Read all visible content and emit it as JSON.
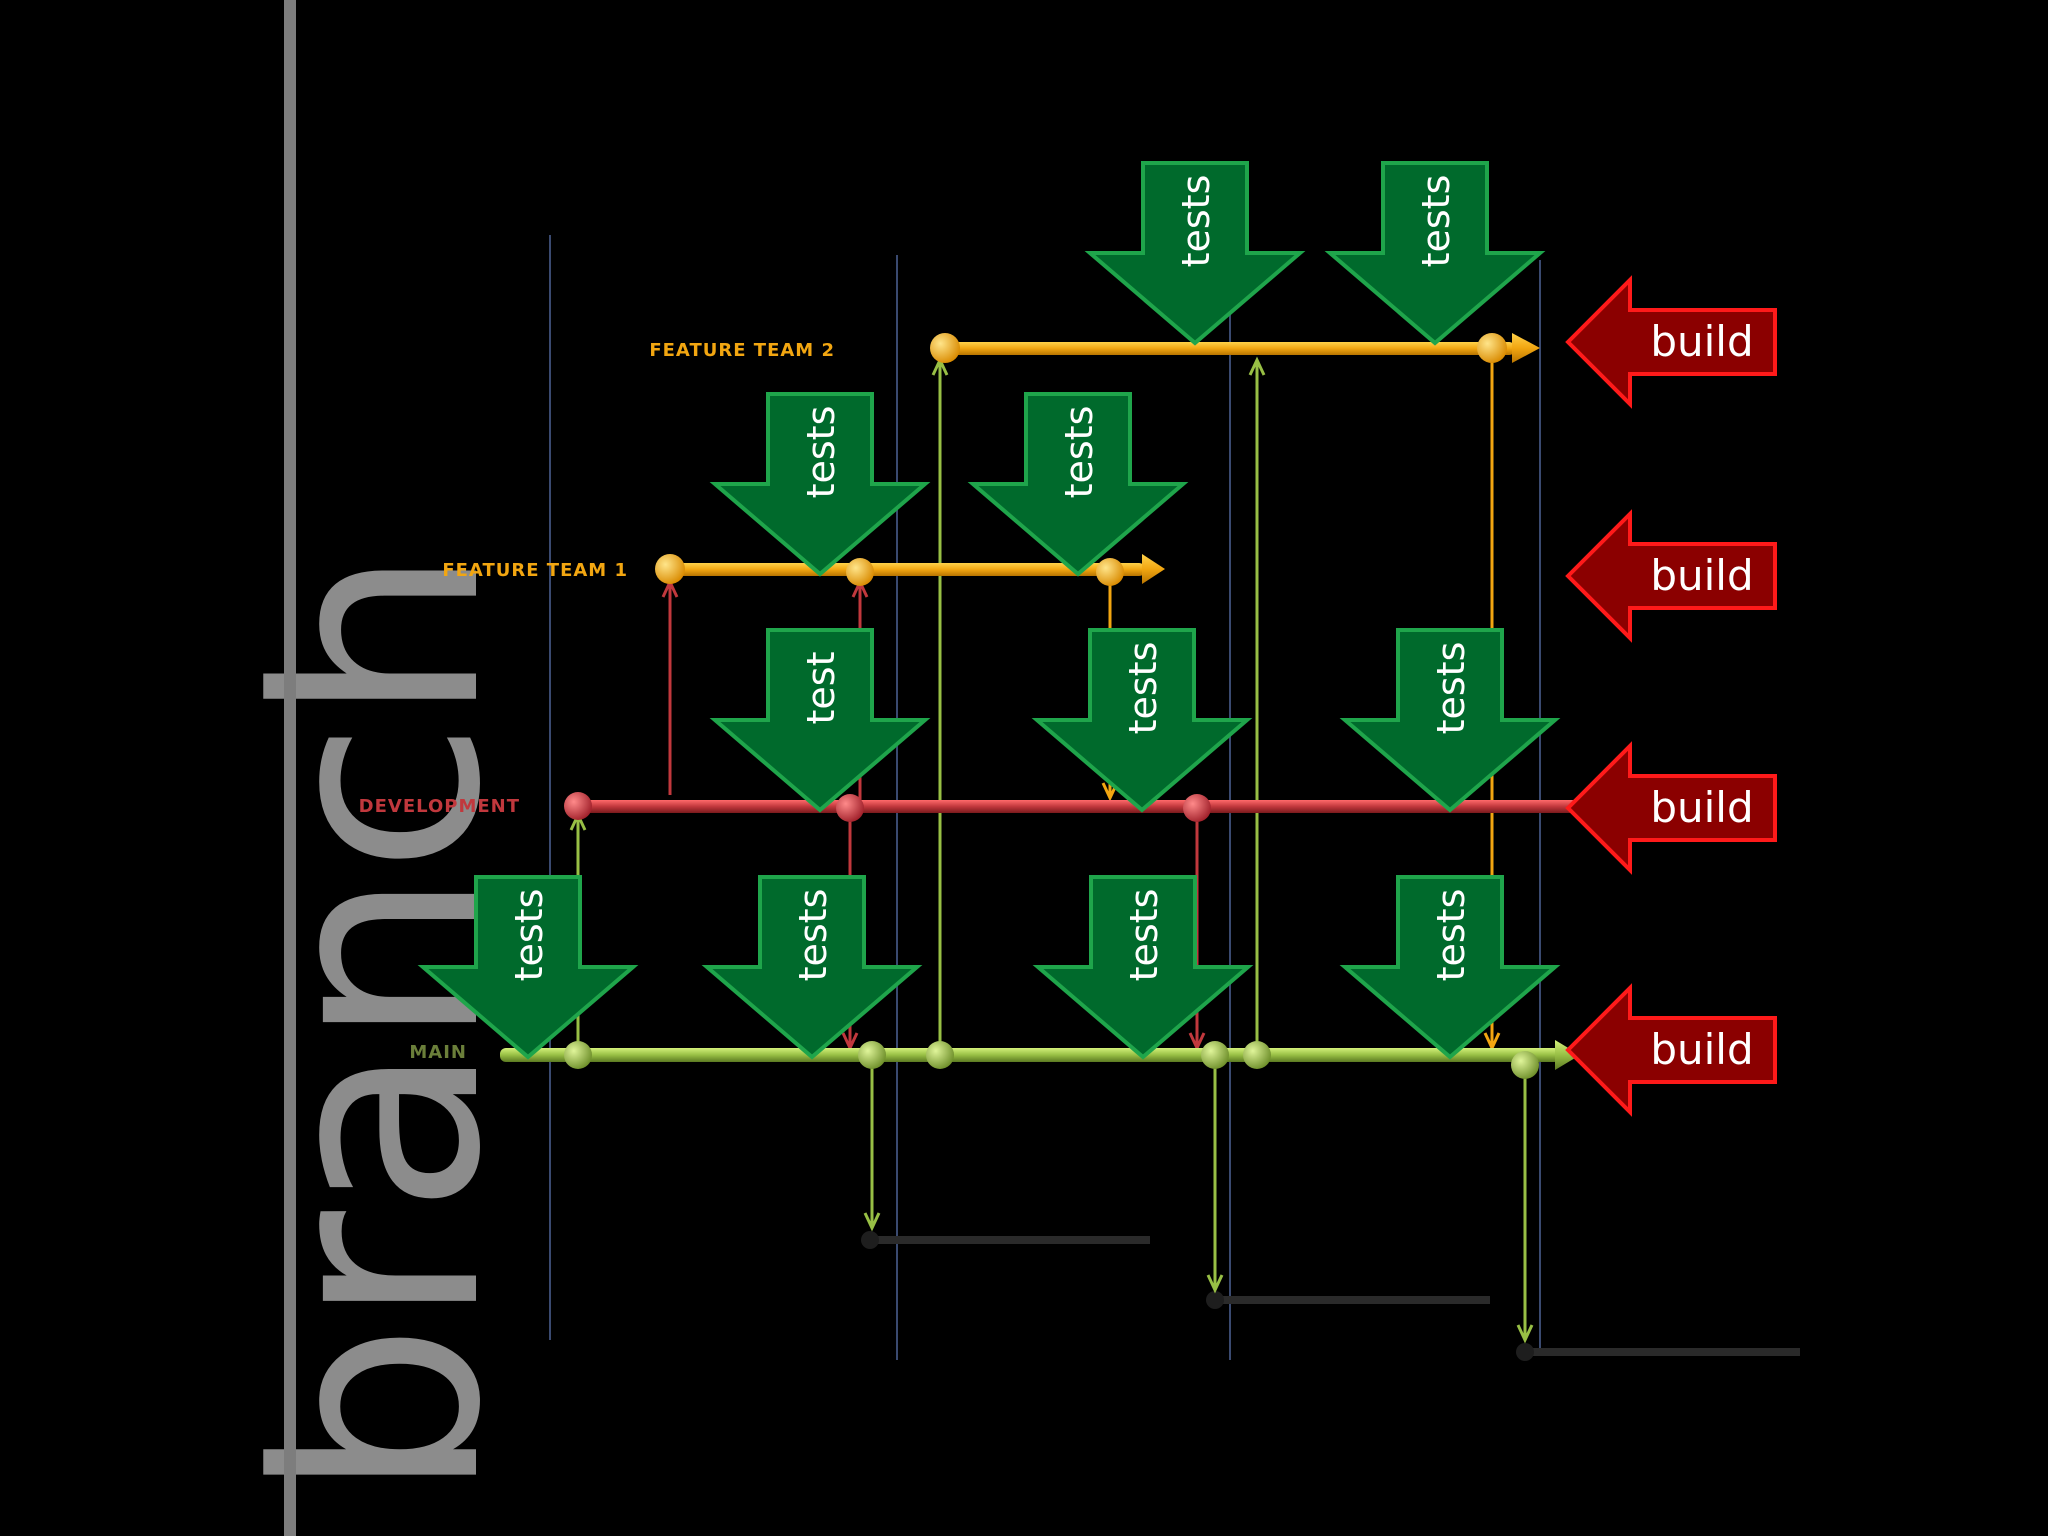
{
  "title": "branch",
  "colors": {
    "feature": "#f2a611",
    "development": "#c1383d",
    "main": "#98bf45",
    "test_arrow_fill": "#006a2c",
    "test_arrow_stroke": "#1fa54b",
    "build_arrow_fill": "#8b0000",
    "build_arrow_stroke": "#ff1a1a"
  },
  "lanes": {
    "feature_team_2": "FEATURE TEAM 2",
    "feature_team_1": "FEATURE TEAM 1",
    "development": "DEVELOPMENT",
    "main": "MAIN"
  },
  "test_arrows": [
    {
      "label": "tests"
    },
    {
      "label": "tests"
    },
    {
      "label": "tests"
    },
    {
      "label": "tests"
    },
    {
      "label": "test"
    },
    {
      "label": "tests"
    },
    {
      "label": "tests"
    },
    {
      "label": "tests"
    },
    {
      "label": "tests"
    },
    {
      "label": "tests"
    },
    {
      "label": "tests"
    }
  ],
  "build_arrows": [
    {
      "label": "build"
    },
    {
      "label": "build"
    },
    {
      "label": "build"
    },
    {
      "label": "build"
    }
  ]
}
